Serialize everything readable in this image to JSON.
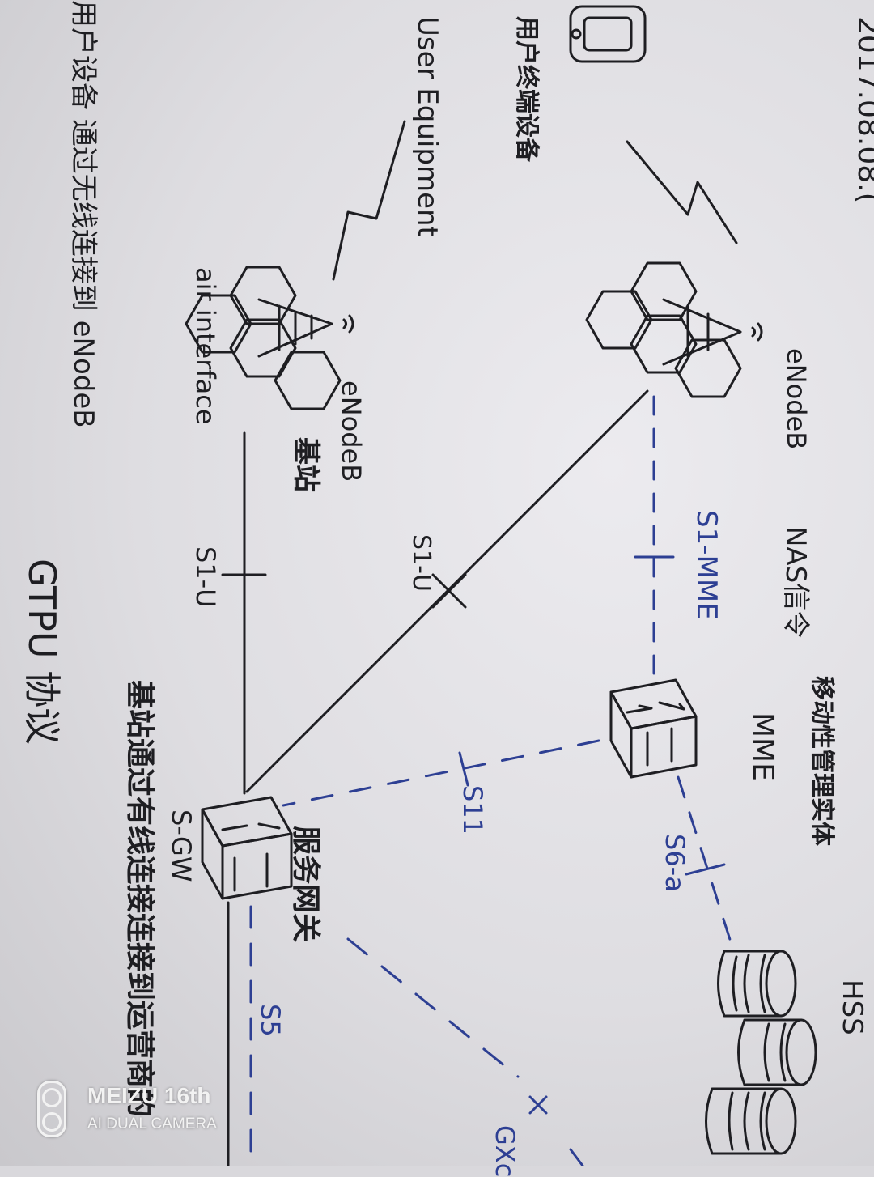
{
  "header": {
    "date": "2017.08.08.("
  },
  "ue": {
    "zh": "用户终端设备",
    "en": "User Equipment",
    "desc": "用户设备 通过无线连接到 eNodeB"
  },
  "air_interface": "air interface",
  "enodeb_lower": {
    "en": "eNodeB",
    "zh": "基站"
  },
  "enodeb_upper": {
    "en": "eNodeB"
  },
  "links": {
    "s1u_a": "S1-U",
    "s1u_b": "S1-U",
    "s1_mme": "S1-MME",
    "nas": "NAS信令",
    "s11": "S11",
    "s6a": "S6-a",
    "s5": "S5",
    "gxc": "GXc"
  },
  "mme": {
    "label": "MME",
    "zh": "移动性管理实体"
  },
  "sgw": {
    "label": "S-GW",
    "zh": "服务网关",
    "desc": "基站通过有线连接连接到运营商的"
  },
  "hss": {
    "label": "HSS"
  },
  "protocol": "GTPU 协议",
  "watermark": {
    "brand": "MEIZU 16th",
    "sub": "AI DUAL CAMERA"
  },
  "colors": {
    "ink": "#1e1e22",
    "blue_ink": "#2d3f93",
    "paper": "#e6e5e9"
  }
}
